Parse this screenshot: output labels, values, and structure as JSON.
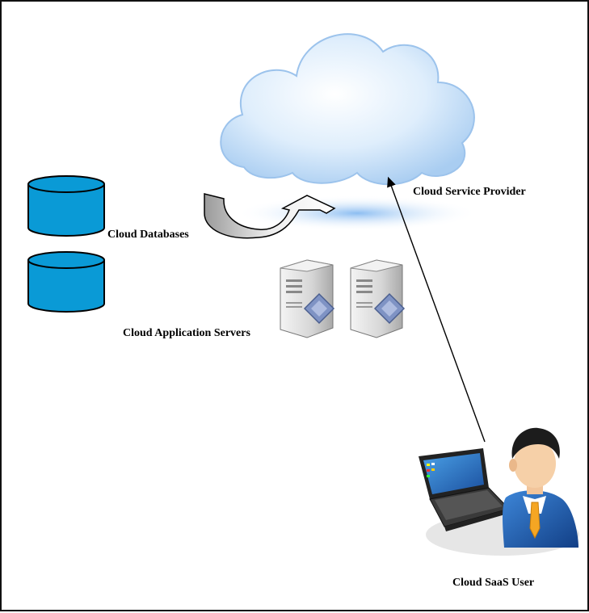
{
  "labels": {
    "provider": "Cloud Service Provider",
    "databases": "Cloud Databases",
    "servers": "Cloud Application Servers",
    "user": "Cloud SaaS User"
  },
  "icons": [
    "cloud-icon",
    "database-icon",
    "curved-arrow-icon",
    "server-icon",
    "laptop-icon",
    "user-icon"
  ],
  "colors": {
    "database_fill": "#0a9ad6",
    "cloud_fill": "#cfe3f8",
    "server_body": "#d9d9d9",
    "suit": "#1b62b8",
    "tie": "#f5a623"
  }
}
